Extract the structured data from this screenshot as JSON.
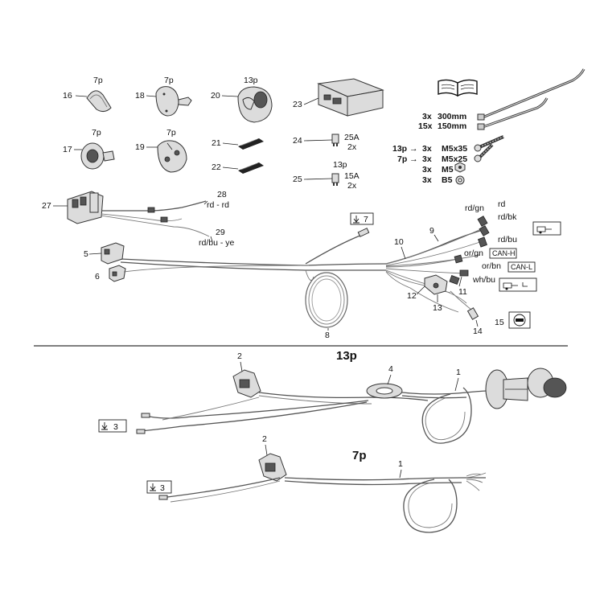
{
  "sections": {
    "top_13p": "13p",
    "bottom_7p": "7p"
  },
  "parts": {
    "p16": {
      "num": "16",
      "pins": "7p"
    },
    "p18": {
      "num": "18",
      "pins": "7p"
    },
    "p20": {
      "num": "20",
      "pins": "13p"
    },
    "p17": {
      "num": "17",
      "pins": "7p"
    },
    "p19": {
      "num": "19",
      "pins": "7p"
    },
    "p21": "21",
    "p22": "22",
    "p23": "23",
    "p24": {
      "num": "24",
      "fuse": "25A",
      "qty": "2x"
    },
    "p25": {
      "num": "25",
      "pins": "13p",
      "fuse": "15A",
      "qty": "2x"
    },
    "p27": "27",
    "p28": {
      "num": "28",
      "color": "rd - rd"
    },
    "p29": {
      "num": "29",
      "color": "rd/bu - ye"
    },
    "p5": "5",
    "p6": "6",
    "p8": "8",
    "p9": "9",
    "p10": "10",
    "p11": "11",
    "p12": "12",
    "p13": "13",
    "p14": "14",
    "p15": "15"
  },
  "hardware": [
    {
      "qty": "3x",
      "spec": "300mm"
    },
    {
      "qty": "15x",
      "spec": "150mm"
    },
    {
      "prefix": "13p →",
      "qty": "3x",
      "spec": "M5x35"
    },
    {
      "prefix": "7p →",
      "qty": "3x",
      "spec": "M5x25"
    },
    {
      "qty": "3x",
      "spec": "M5"
    },
    {
      "qty": "3x",
      "spec": "B5"
    }
  ],
  "ground_ref_top": "7",
  "ground_ref_13p": "3",
  "ground_ref_7p": "3",
  "wire_colors": {
    "rd_gn": "rd/gn",
    "rd": "rd",
    "rd_bk": "rd/bk",
    "rd_bu": "rd/bu",
    "or_gn": "or/gn",
    "or_bn": "or/bn",
    "wh_bu": "wh/bu"
  },
  "can": {
    "high": "CAN-H",
    "low": "CAN-L"
  },
  "lower_13p": {
    "n1": "1",
    "n2": "2",
    "n3": "3",
    "n4": "4"
  },
  "lower_7p": {
    "n1": "1",
    "n2": "2",
    "n3": "3"
  },
  "icons": [
    "book-icon",
    "ground-arrow-icon",
    "trailer-icon",
    "stop-icon"
  ]
}
